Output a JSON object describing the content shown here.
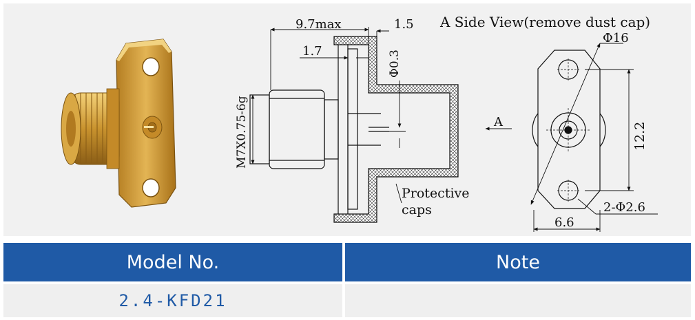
{
  "drawing": {
    "side_view_title": "A Side View(remove dust cap)",
    "dim_length": "9.7max",
    "dim_flange": "1.5",
    "dim_step": "1.7",
    "dim_pin": "Φ0.3",
    "dim_thread": "M7X0.75-6g",
    "arrow_label": "A",
    "protective_line1": "Protective",
    "protective_line2": "caps",
    "dim_diag": "Φ16",
    "dim_height": "12.2",
    "dim_holes": "2-Φ2.6",
    "dim_width": "6.6"
  },
  "table": {
    "header_model": "Model No.",
    "header_note": "Note",
    "rows": [
      {
        "model": "2.4-KFD21",
        "note": ""
      }
    ]
  },
  "colors": {
    "header_bg": "#1f5aa6",
    "row_bg": "#efefef",
    "panel_bg": "#f1f1f1",
    "gold": "#c9932e"
  }
}
